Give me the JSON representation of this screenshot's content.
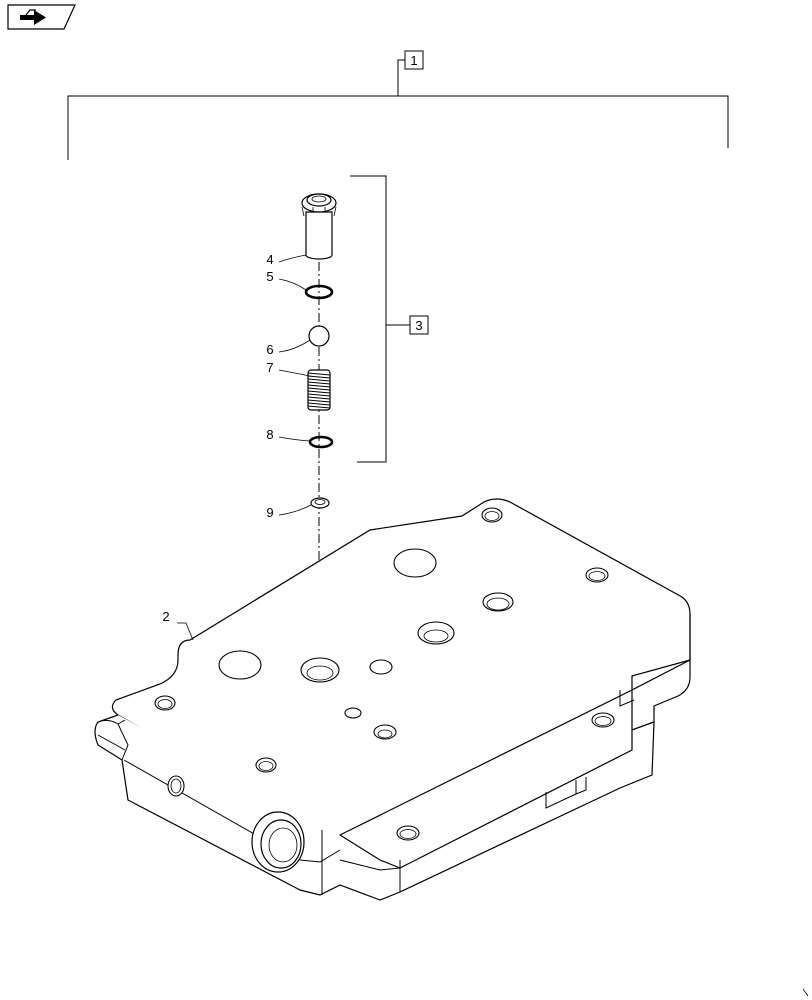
{
  "nav": {
    "icon": "next-page-arrow-icon"
  },
  "assembly": {
    "callout_main": "1",
    "callout_sub": "3"
  },
  "parts": [
    {
      "id": "2",
      "name": "body"
    },
    {
      "id": "4",
      "name": "plug"
    },
    {
      "id": "5",
      "name": "o-ring"
    },
    {
      "id": "6",
      "name": "ball"
    },
    {
      "id": "7",
      "name": "spring"
    },
    {
      "id": "8",
      "name": "o-ring"
    },
    {
      "id": "9",
      "name": "seat-ring"
    }
  ]
}
